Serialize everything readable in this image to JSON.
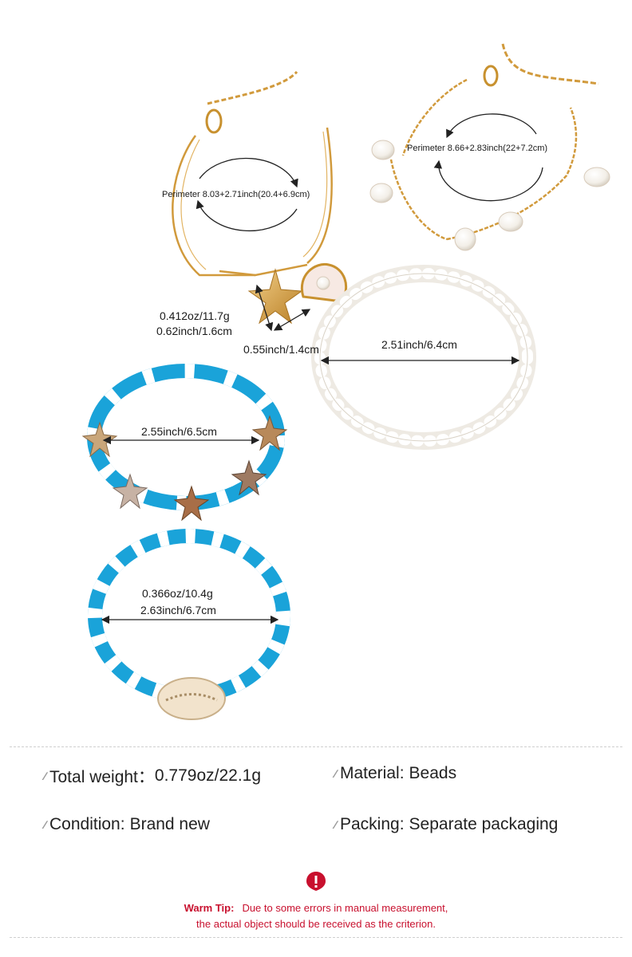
{
  "products": {
    "gold_shell_anklet": {
      "perimeter": "Perimeter 8.03+2.71inch(20.4+6.9cm)",
      "weight": "0.412oz/11.7g",
      "starfish_size": "0.62inch/1.6cm",
      "shell_size": "0.55inch/1.4cm"
    },
    "gold_pearl_anklet": {
      "perimeter": "Perimeter 8.66+2.83inch(22+7.2cm)"
    },
    "pearl_bracelet": {
      "diameter": "2.51inch/6.4cm"
    },
    "starfish_bead_bracelet": {
      "diameter": "2.55inch/6.5cm"
    },
    "cowrie_bead_bracelet": {
      "weight": "0.366oz/10.4g",
      "diameter": "2.63inch/6.7cm"
    }
  },
  "specs": {
    "total_weight_label": "Total weight：",
    "total_weight_value": "0.779oz/22.1g",
    "material_label": "Material:",
    "material_value": "Beads",
    "condition_label": "Condition:",
    "condition_value": "Brand new",
    "packing_label": "Packing:",
    "packing_value": "Separate packaging"
  },
  "warm_tip": {
    "label": "Warm Tip:",
    "line1": "Due to some errors in manual measurement,",
    "line2": "the actual object should be received as the criterion."
  },
  "colors": {
    "gold": "#d19a3c",
    "turquoise": "#1aa3d9",
    "warning_red": "#c8102e"
  }
}
